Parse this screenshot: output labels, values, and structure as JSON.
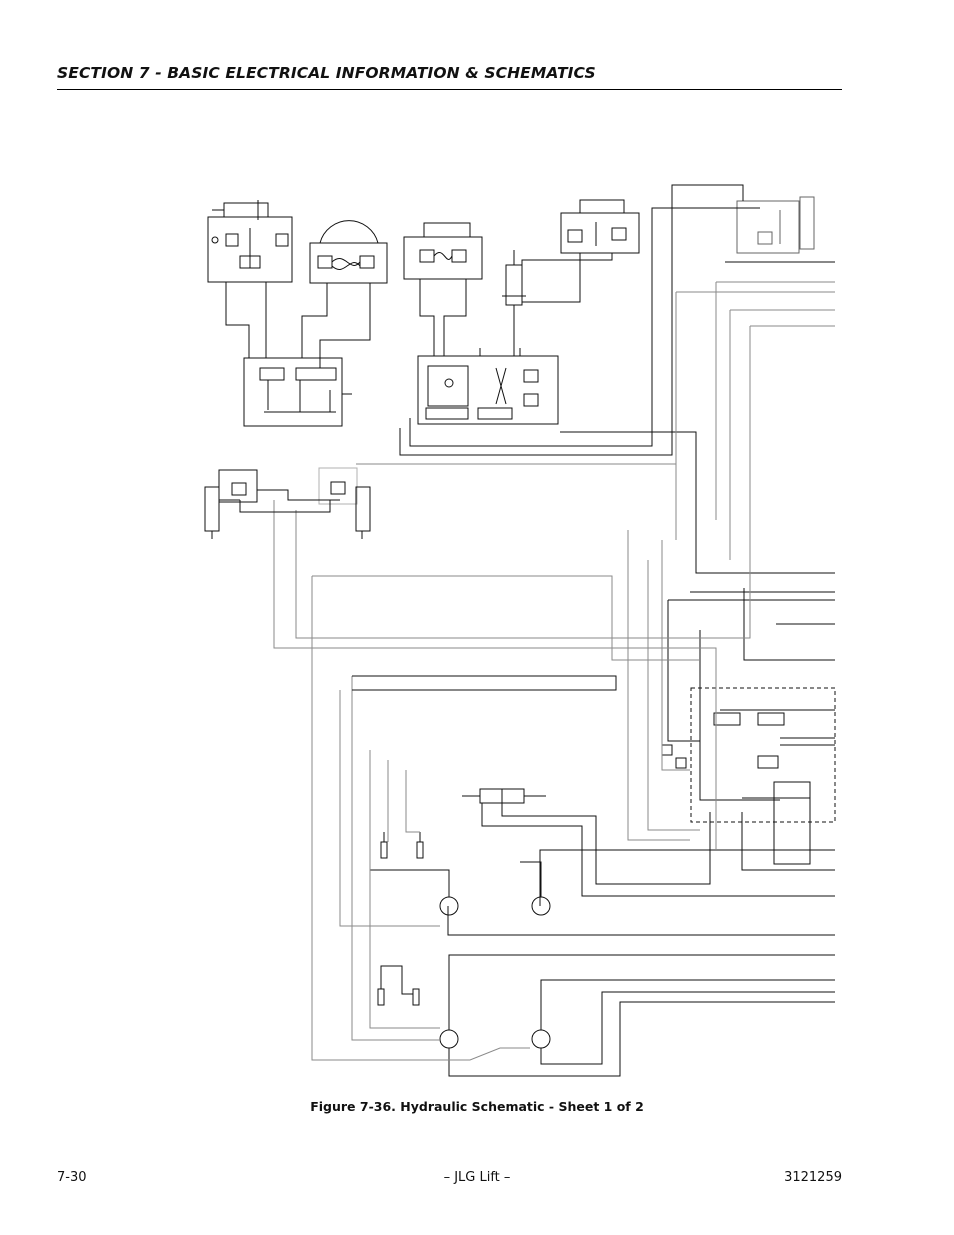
{
  "header": {
    "section_title": "SECTION 7 - BASIC ELECTRICAL INFORMATION & SCHEMATICS"
  },
  "figure": {
    "caption": "Figure 7-36.  Hydraulic Schematic - Sheet 1 of 2"
  },
  "footer": {
    "page_number": "7-30",
    "center_text": "– JLG Lift –",
    "document_number": "3121259"
  },
  "colors": {
    "line_dark": "#111111",
    "line_gray": "#8a8a8a",
    "highlight_box": "#b0b0b0"
  }
}
